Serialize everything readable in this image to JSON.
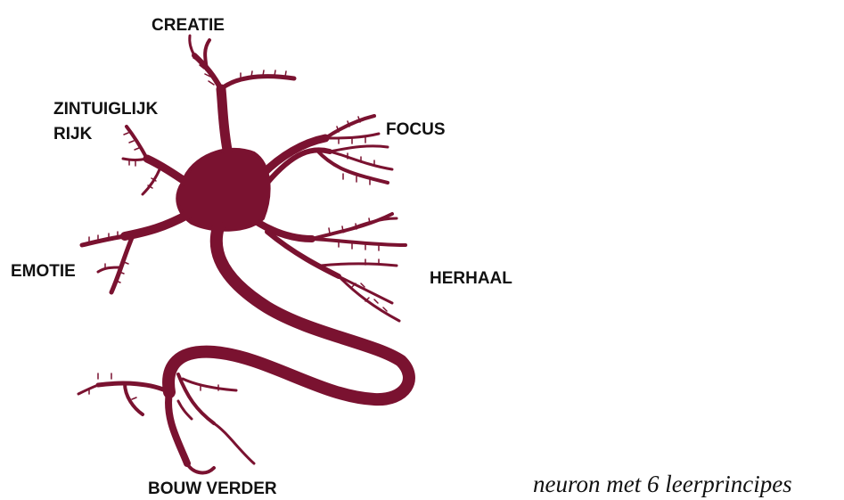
{
  "colors": {
    "neuron": "#7a1230",
    "text": "#111111",
    "background": "#ffffff"
  },
  "labels": {
    "creatie": "CREATIE",
    "zintuiglijk_line1": "ZINTUIGLIJK",
    "zintuiglijk_line2": "RIJK",
    "focus": "FOCUS",
    "emotie": "EMOTIE",
    "herhaal": "HERHAAL",
    "bouw_verder": "BOUW VERDER"
  },
  "caption": "neuron met 6 leerprincipes"
}
